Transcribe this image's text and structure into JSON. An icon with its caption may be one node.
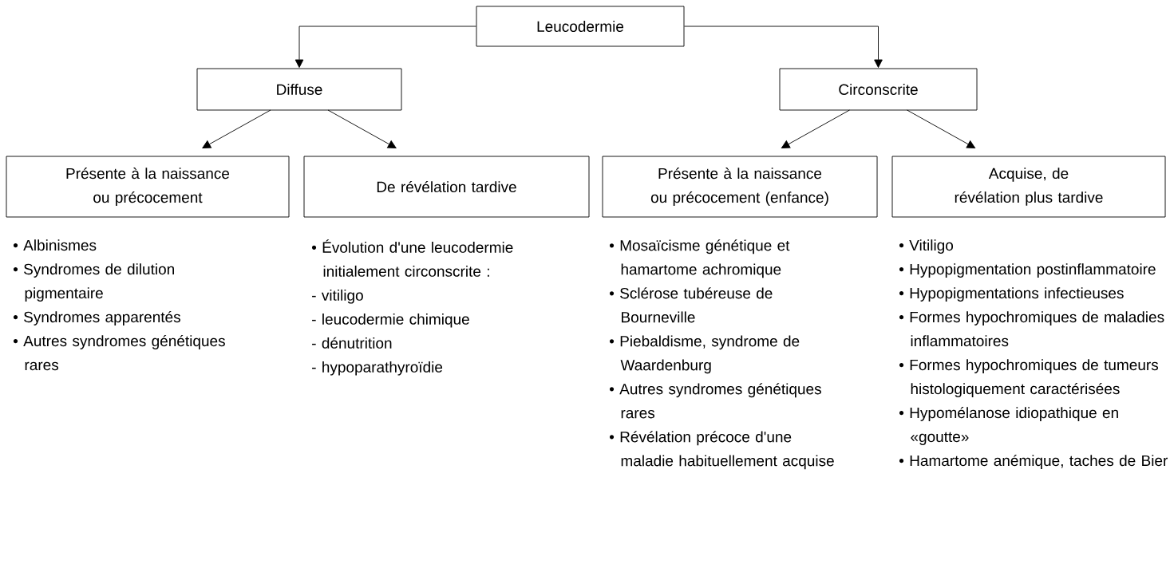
{
  "diagram": {
    "nodes": [
      {
        "text": [
          "Leucodermie"
        ]
      },
      {
        "text": [
          "Diffuse"
        ]
      },
      {
        "text": [
          "Circonscrite"
        ]
      },
      {
        "text": [
          "Présente à la naissance ou précocement"
        ],
        "beside": [
          "• Albinismes",
          "• Syndromes de dilution pigmentaire",
          "• Syndromes apparentés",
          "• Autres syndromes génétiques rares"
        ]
      },
      {
        "text": [
          "De révélation tardive"
        ],
        "beside": [
          "• Évolution d'une leucodermie initialement circonscrite :",
          "- vitiligo",
          "- leucodermie chimique",
          "- dénutrition",
          "- hypoparathyroïdie"
        ]
      },
      {
        "text": [
          "Présente à la naissance ou précocement (enfance)"
        ],
        "beside": [
          "• Mosaïcisme génétique et hamartome achromique",
          "• Sclérose tubéreuse de Bourneville",
          "• Piebaldisme, syndrome de Waardenburg",
          "• Autres syndromes génétiques rares",
          "• Révélation précoce d'une maladie habituellement acquise"
        ]
      },
      {
        "text": [
          "Acquise, de révélation plus tardive"
        ],
        "beside": [
          "• Vitiligo",
          "• Hypopigmentation postinflammatoire",
          "• Hypopigmentations infectieuses",
          "• Formes hypochromiques de maladies inflammatoires",
          "• Formes hypochromiques de tumeurs histologiquement caractérisées",
          "• Hypomélanose idiopathique en «goutte»",
          "• Hamartome anémique, taches de Bier"
        ]
      }
    ],
    "edges": [
      {
        "from": 0,
        "to": 1,
        "arrow": "to"
      },
      {
        "from": 0,
        "to": 2,
        "arrow": "to"
      },
      {
        "from": 1,
        "to": 3,
        "arrow": "to"
      },
      {
        "from": 1,
        "to": 4,
        "arrow": "to"
      },
      {
        "from": 2,
        "to": 5,
        "arrow": "to"
      },
      {
        "from": 2,
        "to": 6,
        "arrow": "to"
      }
    ]
  }
}
